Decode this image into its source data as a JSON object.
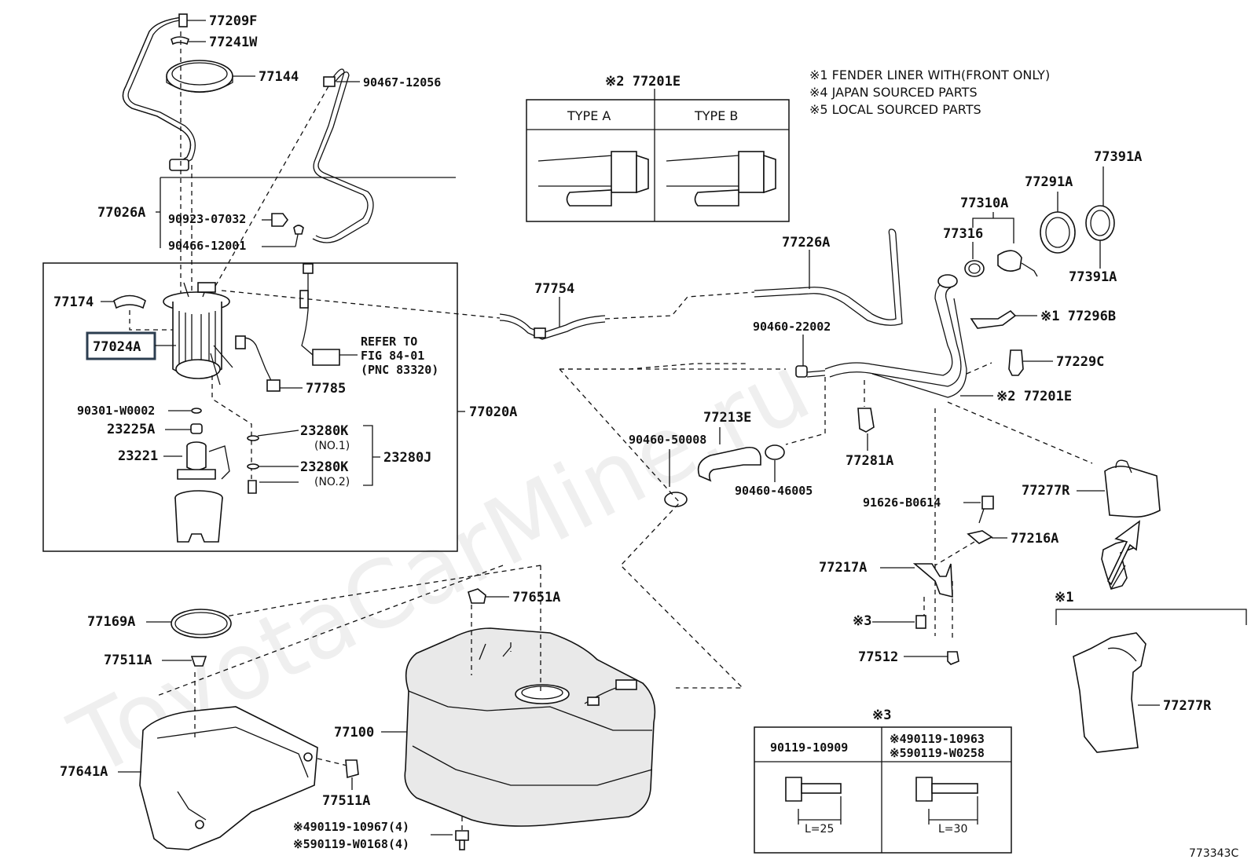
{
  "diagram_id": "773343C",
  "watermark": "ToyotaCarMine.ru",
  "notes": {
    "n1": "※1 FENDER LINER WITH(FRONT ONLY)",
    "n4": "※4 JAPAN SOURCED PARTS",
    "n5": "※5 LOCAL SOURCED PARTS"
  },
  "type_box": {
    "ref": "※2 77201E",
    "type_a": "TYPE A",
    "type_b": "TYPE B"
  },
  "refer_to": {
    "line1": "REFER TO",
    "line2": "FIG 84-01",
    "line3": "(PNC 83320)"
  },
  "parts": {
    "p77209F": "77209F",
    "p77241W": "77241W",
    "p77144": "77144",
    "p90467": "90467-12056",
    "p77026A": "77026A",
    "p90923": "90923-07032",
    "p90466": "90466-12001",
    "p77174": "77174",
    "p77024A": "77024A",
    "p77785": "77785",
    "p90301": "90301-W0002",
    "p23225A": "23225A",
    "p23221": "23221",
    "p23280K1": "23280K",
    "p23280K1_sub": "(NO.1)",
    "p23280K2": "23280K",
    "p23280K2_sub": "(NO.2)",
    "p23280J": "23280J",
    "p77020A": "77020A",
    "p77754": "77754",
    "p77226A": "77226A",
    "p90460_22002": "90460-22002",
    "p77213E": "77213E",
    "p90460_50008": "90460-50008",
    "p90460_46005": "90460-46005",
    "p77281A": "77281A",
    "p77310A": "77310A",
    "p77316": "77316",
    "p77291A": "77291A",
    "p77391A_top": "77391A",
    "p77391A_bot": "77391A",
    "p77296B": "※1 77296B",
    "p77229C": "77229C",
    "p77201E": "※2 77201E",
    "p77277R_top": "77277R",
    "p91626": "91626-B0614",
    "p77216A": "77216A",
    "p77217A": "77217A",
    "p_mark3": "※3",
    "p77512": "77512",
    "p_mark1": "※1",
    "p77277R_bot": "77277R",
    "p77651A": "77651A",
    "p77169A": "77169A",
    "p77511A_top": "77511A",
    "p77100": "77100",
    "p77641A": "77641A",
    "p77511A_bot": "77511A",
    "p90119_10967": "※490119-10967(4)",
    "p90119_W0168": "※590119-W0168(4)"
  },
  "bolt_table": {
    "title": "※3",
    "col1": "90119-10909",
    "col2_line1": "※490119-10963",
    "col2_line2": "※590119-W0258",
    "len1": "L=25",
    "len2": "L=30"
  },
  "highlight_color": "#2c3e50"
}
